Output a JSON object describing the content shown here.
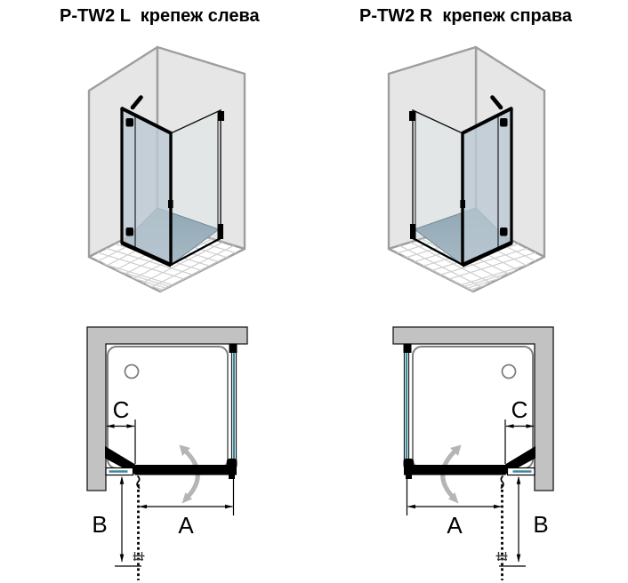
{
  "panels": [
    {
      "id": "left-mount",
      "title": "P-TW2 L  крепеж слева",
      "dim_labels": {
        "a": "A",
        "b": "B",
        "c": "C"
      }
    },
    {
      "id": "right-mount",
      "title": "P-TW2 R  крепеж справа",
      "dim_labels": {
        "a": "A",
        "b": "B",
        "c": "C"
      }
    }
  ],
  "colors": {
    "glass_edge_cyan": "#3d879c",
    "plan_wall_gray": "#c2c2c2",
    "iso_wall_gray": "#e6e6e6",
    "tray_blue_gray": "#8ca4b2",
    "door_glass_blue": "#bcc9d3",
    "swing_arrow_gray": "#b5b5b5",
    "hardware_black": "#000000",
    "tray_outline_gray": "#7f7f7f"
  }
}
